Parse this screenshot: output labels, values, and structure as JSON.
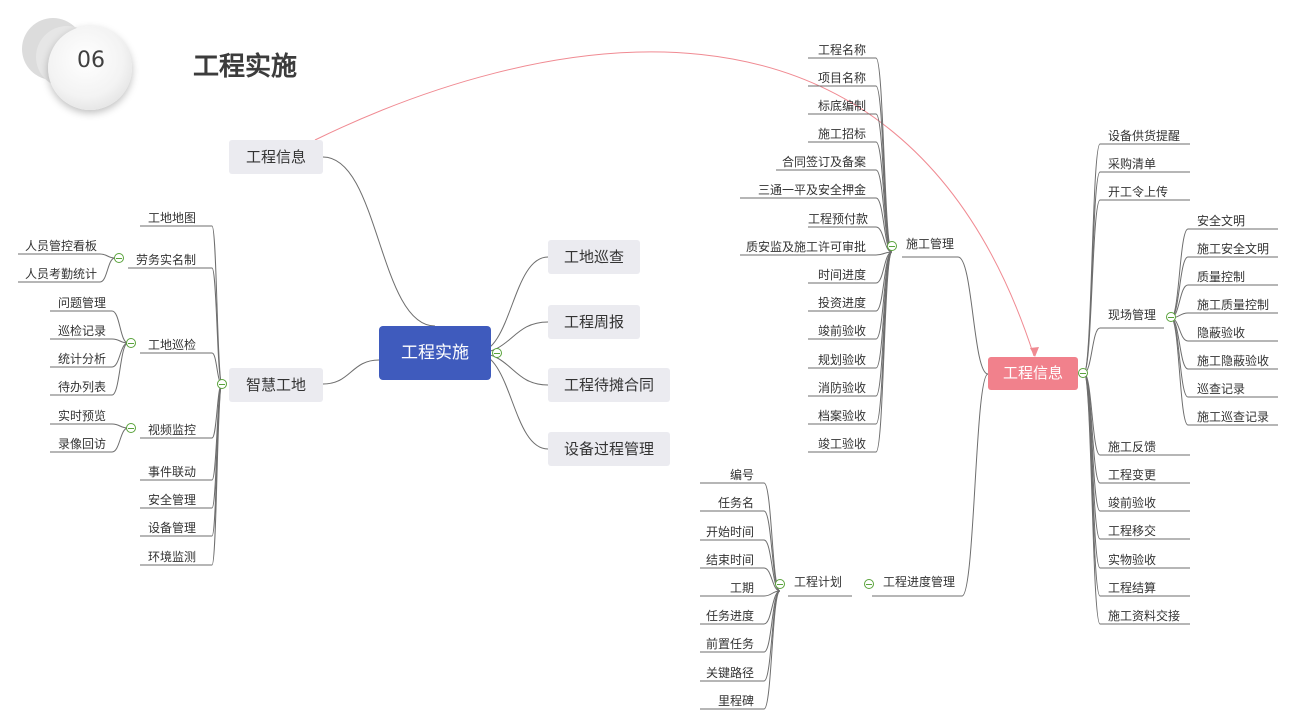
{
  "badge": "06",
  "title": "工程实施",
  "center": "工程实施",
  "left": {
    "info": "工程信息",
    "smart": "智慧工地",
    "site_map": "工地地图",
    "labor": "劳务实名制",
    "labor_items": [
      "人员管控看板",
      "人员考勤统计"
    ],
    "patrol": "工地巡检",
    "patrol_items": [
      "问题管理",
      "巡检记录",
      "统计分析",
      "待办列表"
    ],
    "video": "视频监控",
    "video_items": [
      "实时预览",
      "录像回访"
    ],
    "others": [
      "事件联动",
      "安全管理",
      "设备管理",
      "环境监测"
    ]
  },
  "right_branches": [
    "工地巡查",
    "工程周报",
    "工程待摊合同",
    "设备过程管理"
  ],
  "info_hub": "工程信息",
  "construction_mgmt": {
    "label": "施工管理",
    "items": [
      "工程名称",
      "项目名称",
      "标底编制",
      "施工招标",
      "合同签订及备案",
      "三通一平及安全押金",
      "工程预付款",
      "质安监及施工许可审批",
      "时间进度",
      "投资进度",
      "竣前验收",
      "规划验收",
      "消防验收",
      "档案验收",
      "竣工验收"
    ]
  },
  "progress_mgmt": {
    "label": "工程进度管理",
    "plan": "工程计划",
    "items": [
      "编号",
      "任务名",
      "开始时间",
      "结束时间",
      "工期",
      "任务进度",
      "前置任务",
      "关键路径",
      "里程碑"
    ]
  },
  "right_items_top": [
    "设备供货提醒",
    "采购清单",
    "开工令上传"
  ],
  "field_mgmt": {
    "label": "现场管理",
    "items": [
      "安全文明",
      "施工安全文明",
      "质量控制",
      "施工质量控制",
      "隐蔽验收",
      "施工隐蔽验收",
      "巡查记录",
      "施工巡查记录"
    ]
  },
  "right_items_bottom": [
    "施工反馈",
    "工程变更",
    "竣前验收",
    "工程移交",
    "实物验收",
    "工程结算",
    "施工资料交接"
  ]
}
